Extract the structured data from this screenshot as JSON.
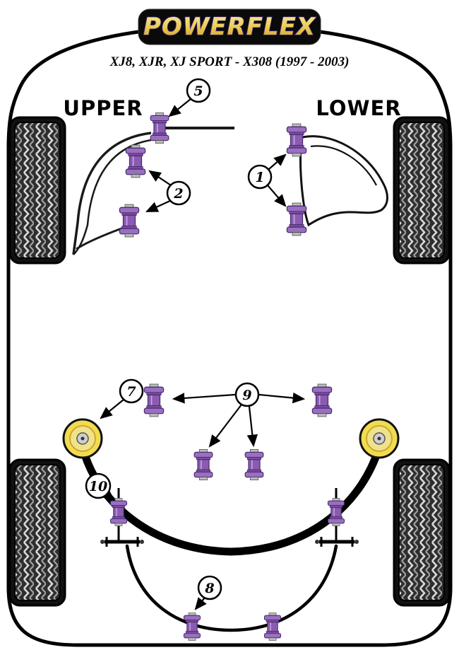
{
  "header": {
    "brand": "POWERFLEX",
    "subtitle": "XJ8, XJR, XJ SPORT - X308 (1997 - 2003)"
  },
  "sections": {
    "upper_label": "UPPER",
    "lower_label": "LOWER"
  },
  "callouts": {
    "upper_front_arm": "5",
    "upper_arm_bushes": "2",
    "lower_arm_bushes": "1",
    "roll_bar_mount": "7",
    "subframe_bushes": "9",
    "drop_link": "10",
    "rear_bar_bushes": "8"
  },
  "colors": {
    "bushing_purple": "#8A5BB0",
    "bushing_purple_light": "#9A6FBF",
    "bushing_purple_dark": "#5A3380",
    "mount_yellow": "#F2DC4E",
    "brand_gold": "#E8C94E",
    "outline_black": "#000000"
  }
}
